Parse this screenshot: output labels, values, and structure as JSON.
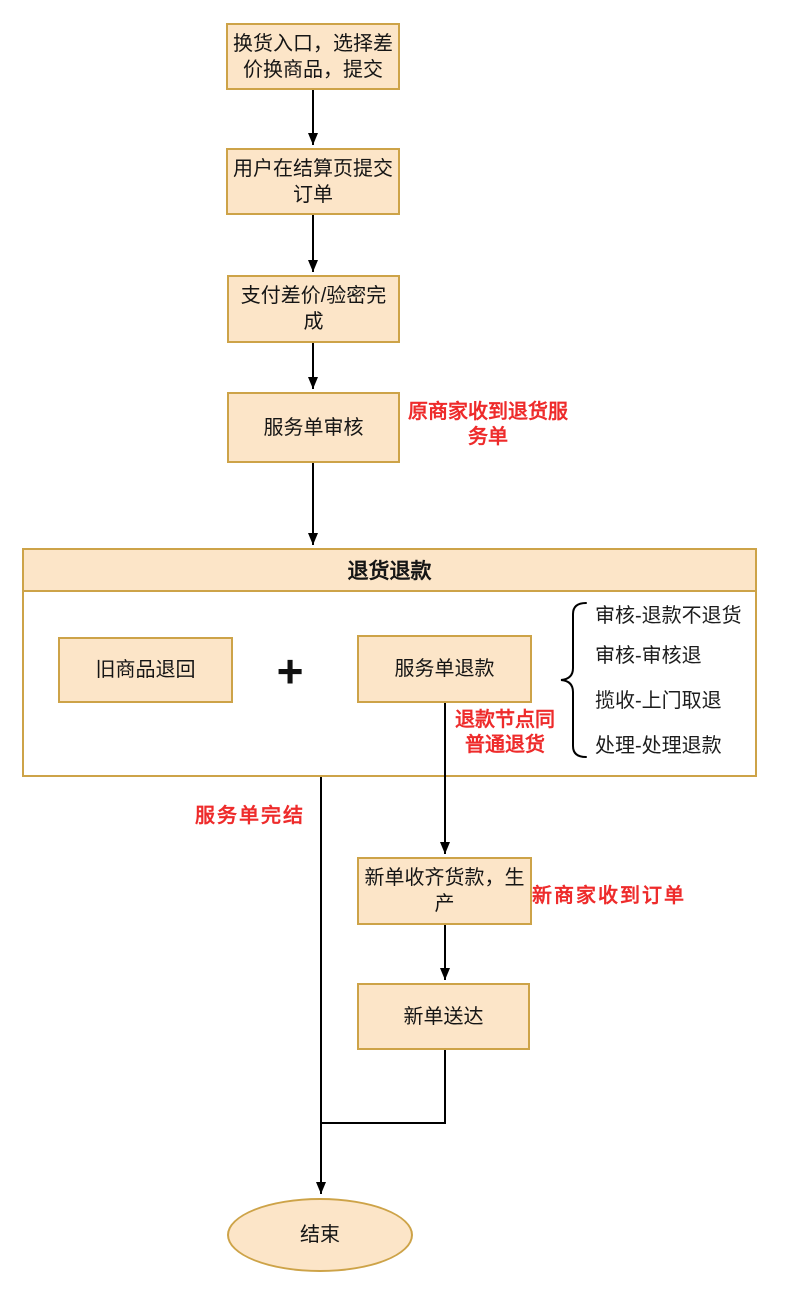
{
  "diagram": {
    "nodes": {
      "exchange_entry": "换货入口，选择差价换商品，提交",
      "submit_order": "用户在结算页提交订单",
      "pay_difference": "支付差价/验密完成",
      "service_review": "服务单审核",
      "group_title": "退货退款",
      "old_item_return": "旧商品退回",
      "plus": "+",
      "service_refund": "服务单退款",
      "new_order_production": "新单收齐货款，生产",
      "new_order_delivered": "新单送达",
      "end": "结束"
    },
    "red_labels": {
      "original_merchant_receives_return": "原商家收到退货服务单",
      "refund_node_same_as_normal": "退款节点同普通退货",
      "service_order_complete": "服务单完结",
      "new_merchant_receives_order": "新商家收到订单"
    },
    "branch_items": [
      {
        "label": "审核-退款不退货"
      },
      {
        "label": "审核-审核退"
      },
      {
        "label": "揽收-上门取退"
      },
      {
        "label": "处理-处理退款"
      }
    ],
    "colors": {
      "node_fill": "#FCE5C8",
      "node_stroke": "#CDA348",
      "red": "#EE2B2B",
      "line": "#000000"
    }
  }
}
